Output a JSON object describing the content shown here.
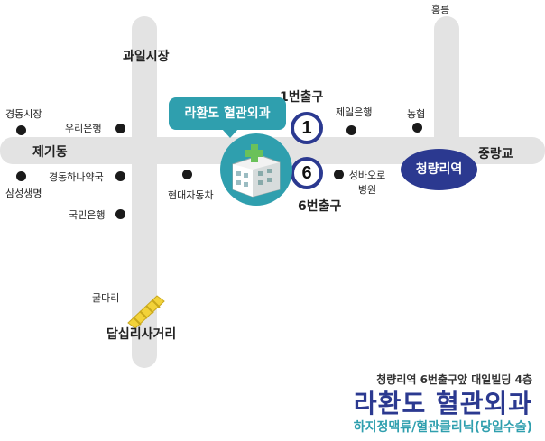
{
  "map": {
    "landmarks": {
      "fruit_market": "과일시장",
      "hongneung": "홍릉",
      "gyeongdong_market": "경동시장",
      "woori_bank": "우리은행",
      "jegi_dong": "제기동",
      "gyeongdong_pharmacy": "경동하나약국",
      "samsung_life": "삼성생명",
      "kookmin_bank": "국민은행",
      "hyundai_motors": "현대자동차",
      "jeil_bank": "제일은행",
      "nonghyup": "농협",
      "jungnang_bridge": "중랑교",
      "st_vincent_hospital": "성바오로 병원",
      "gul_dari": "굴다리",
      "dapsimni_intersection": "답십리사거리"
    },
    "exits": {
      "exit1_number": "1",
      "exit1_label": "1번출구",
      "exit6_number": "6",
      "exit6_label": "6번출구"
    },
    "clinic_tag": "라환도 혈관외과",
    "station": "청량리역",
    "colors": {
      "road": "#e3e3e3",
      "teal": "#2f9fae",
      "navy": "#2b3990",
      "bridge_yellow": "#f2d23a"
    },
    "icons": [
      "hospital-building-icon",
      "overpass-icon",
      "landmark-dot-icon"
    ]
  },
  "footer": {
    "address": "청량리역 6번출구앞 대일빌딩 4층",
    "clinic_name": "라환도 혈관외과",
    "subtitle": "하지정맥류/혈관클리닉(당일수술)"
  }
}
